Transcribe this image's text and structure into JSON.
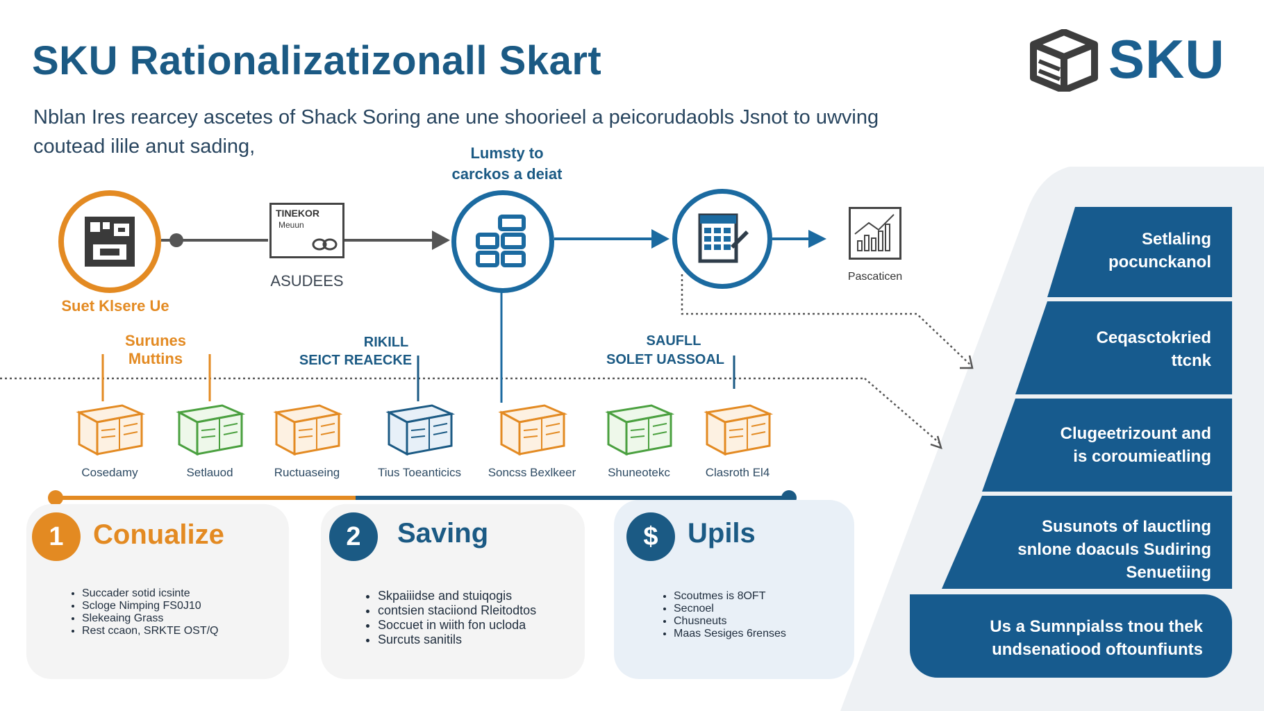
{
  "title": "SKU Rationalizatizonall Skart",
  "subtitle": "Nblan Ires rearcey ascetes of Shack Soring ane une shoorieel a peicorudaobls Jsnot to uwving coutead ilile anut sading,",
  "logo": {
    "text": "SKU",
    "icon": "cube-logo-icon"
  },
  "flow": {
    "step1": {
      "label": "Suet Klsere Ue",
      "icon": "store-icon"
    },
    "step2": {
      "card_title": "TINEKOR",
      "card_sub": "Meuun",
      "label": "ASUDEES",
      "icon": "document-icon"
    },
    "step3": {
      "top_label_1": "Lumsty to",
      "top_label_2": "carckos a deiat",
      "icon": "grid-icon"
    },
    "step4": {
      "icon": "spreadsheet-icon"
    },
    "step5": {
      "label": "Pascaticen",
      "icon": "bar-chart-icon"
    },
    "callouts": [
      {
        "line1": "Surunes",
        "line2": "Muttins"
      },
      {
        "line1": "RIKILL",
        "line2": "SEICT REAECKE"
      },
      {
        "line1": "SAUFLL",
        "line2": "SOLET UASSOAL"
      }
    ]
  },
  "boxes": [
    {
      "label": "Cosedamy",
      "color": "#e38a22",
      "icon": "box-icon"
    },
    {
      "label": "Setlauod",
      "color": "#4aa03f",
      "icon": "box-icon"
    },
    {
      "label": "Ructuaseing",
      "color": "#e38a22",
      "icon": "box-icon"
    },
    {
      "label": "Tius Toeanticics",
      "color": "#1b5a84",
      "icon": "box-icon"
    },
    {
      "label": "Soncss Bexlkeer",
      "color": "#e38a22",
      "icon": "box-icon"
    },
    {
      "label": "Shuneotekc",
      "color": "#4aa03f",
      "icon": "box-icon"
    },
    {
      "label": "Clasroth El4",
      "color": "#e38a22",
      "icon": "box-icon"
    }
  ],
  "cards": [
    {
      "num": "1",
      "title": "Conualize",
      "color": "#e38a22",
      "items": [
        "Succader sotid icsinte",
        "Scloge Nimping FS0J10",
        "Slekeaing Grass",
        "Rest ccaon, SRKTE OST/Q"
      ]
    },
    {
      "num": "2",
      "title": "Saving",
      "color": "#1b5a84",
      "items": [
        "Skpaiiidse and stuiqogis",
        "contsien staciiond Rleitodtos",
        "Soccuet in wiith fon ucloda",
        "Surcuts sanitils"
      ]
    },
    {
      "num": "$",
      "title": "Upils",
      "color": "#1b5a84",
      "items": [
        "Scoutmes is 8OFT",
        "Secnoel",
        "Chusneuts",
        "Maas Sesiges 6renses"
      ]
    }
  ],
  "right_panel": [
    {
      "line1": "Setlaling",
      "line2": "pocunckanol"
    },
    {
      "line1": "Ceqasctokried",
      "line2": "ttcnk"
    },
    {
      "line1": "Clugeetrizount and",
      "line2": "is coroumieatling"
    },
    {
      "line1": "Susunots of Iauctling",
      "line2": "snlone doacuIs Sudiring",
      "line3": "Senuetiing"
    },
    {
      "line1": "Us a Sumnpialss tnou thek",
      "line2": "undsenatiood oftounfiunts"
    }
  ]
}
